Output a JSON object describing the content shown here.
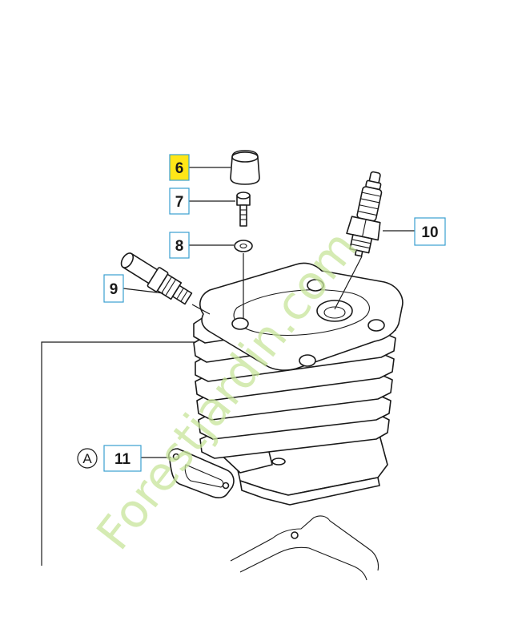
{
  "callouts": [
    {
      "id": "6",
      "label": "6",
      "highlighted": true
    },
    {
      "id": "7",
      "label": "7",
      "highlighted": false
    },
    {
      "id": "8",
      "label": "8",
      "highlighted": false
    },
    {
      "id": "9",
      "label": "9",
      "highlighted": false
    },
    {
      "id": "10",
      "label": "10",
      "highlighted": false
    },
    {
      "id": "11",
      "label": "11",
      "highlighted": false
    }
  ],
  "reference_marker": {
    "letter": "A"
  },
  "watermark": {
    "text": "Forestjardin.com",
    "color": "#c7e59a"
  },
  "colors": {
    "callout_border": "#3a9fd0",
    "highlight": "#ffe617",
    "line": "#1a1a1a"
  }
}
